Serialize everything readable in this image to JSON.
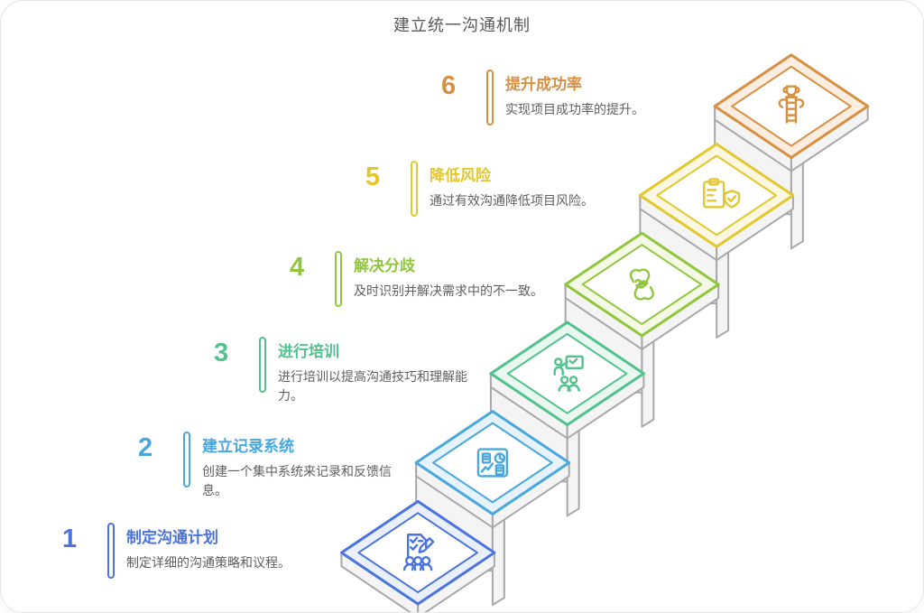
{
  "page": {
    "title": "建立统一沟通机制"
  },
  "staircase": {
    "face_fill": "#f4f4f5",
    "face_stroke": "#a8a8ab",
    "inner_fill": "#ffffff"
  },
  "steps": [
    {
      "number": "1",
      "title": "制定沟通计划",
      "description": "制定详细的沟通策略和议程。",
      "color": "#4a73dd",
      "tint": "#eaeffc",
      "icon": "plan-checklist-icon"
    },
    {
      "number": "2",
      "title": "建立记录系统",
      "description": "创建一个集中系统来记录和反馈信息。",
      "color": "#49a7de",
      "tint": "#e7f3fc",
      "icon": "records-dashboard-icon"
    },
    {
      "number": "3",
      "title": "进行培训",
      "description": "进行培训以提高沟通技巧和理解能力。",
      "color": "#52c18b",
      "tint": "#e8f8f0",
      "icon": "training-presentation-icon"
    },
    {
      "number": "4",
      "title": "解决分歧",
      "description": "及时识别并解决需求中的不一致。",
      "color": "#8fc63e",
      "tint": "#f3f9e5",
      "icon": "conflict-resolution-hands-icon"
    },
    {
      "number": "5",
      "title": "降低风险",
      "description": "通过有效沟通降低项目风险。",
      "color": "#e2c72f",
      "tint": "#fbf7e0",
      "icon": "risk-shield-icon"
    },
    {
      "number": "6",
      "title": "提升成功率",
      "description": "实现项目成功率的提升。",
      "color": "#d88f41",
      "tint": "#fbeee0",
      "icon": "success-trophy-ladder-icon"
    }
  ]
}
